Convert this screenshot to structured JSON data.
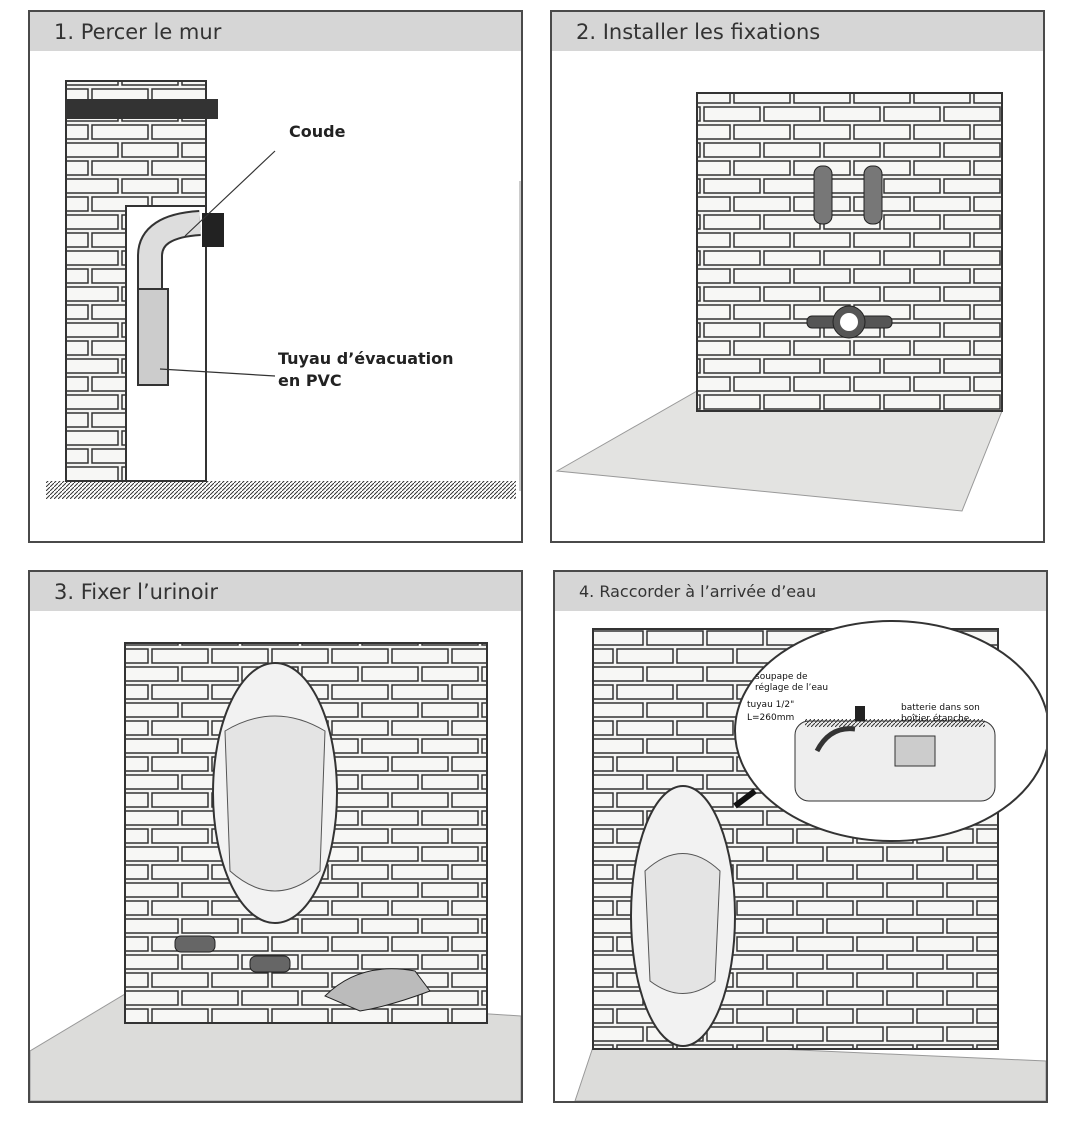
{
  "steps": [
    {
      "title": "1. Percer le mur",
      "labels": {
        "elbow": "Coude",
        "pipe_line1": "Tuyau d’évacuation",
        "pipe_line2": "en PVC"
      }
    },
    {
      "title": "2. Installer les fixations"
    },
    {
      "title": "3. Fixer l’urinoir"
    },
    {
      "title": "4. Raccorder à l’arrivée d’eau",
      "labels": {
        "valve_line1": "soupape de",
        "valve_line2": "réglage de l’eau",
        "hose_line1": "tuyau 1/2\"",
        "hose_line2": "L=260mm",
        "battery_line1": "batterie dans son",
        "battery_line2": "boîtier étanche"
      }
    }
  ]
}
